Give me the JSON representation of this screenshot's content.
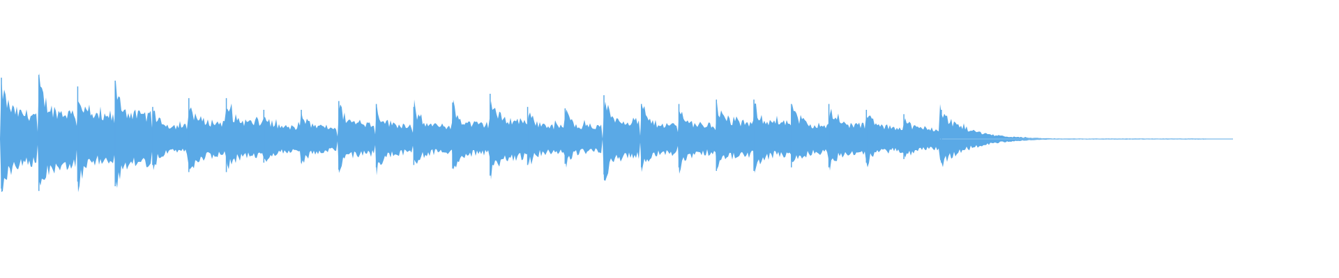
{
  "waveform": {
    "color": "#5aa9e6",
    "tail_color": "#8cc4ee",
    "background": "#ffffff",
    "channel": "mono",
    "note_onsets_fraction": [
      0.0,
      0.028,
      0.057,
      0.085,
      0.113,
      0.14,
      0.168,
      0.196,
      0.224,
      0.252,
      0.28,
      0.308,
      0.337,
      0.365,
      0.393,
      0.421,
      0.45,
      0.478,
      0.506,
      0.534,
      0.562,
      0.59,
      0.618,
      0.646,
      0.674,
      0.702
    ],
    "note_peak_amplitude": [
      0.42,
      0.44,
      0.36,
      0.4,
      0.22,
      0.28,
      0.28,
      0.2,
      0.2,
      0.26,
      0.24,
      0.22,
      0.25,
      0.31,
      0.22,
      0.21,
      0.3,
      0.24,
      0.24,
      0.27,
      0.27,
      0.24,
      0.24,
      0.2,
      0.17,
      0.2
    ],
    "sustain_level_fraction": 0.45,
    "sound_end_fraction": 0.9
  }
}
